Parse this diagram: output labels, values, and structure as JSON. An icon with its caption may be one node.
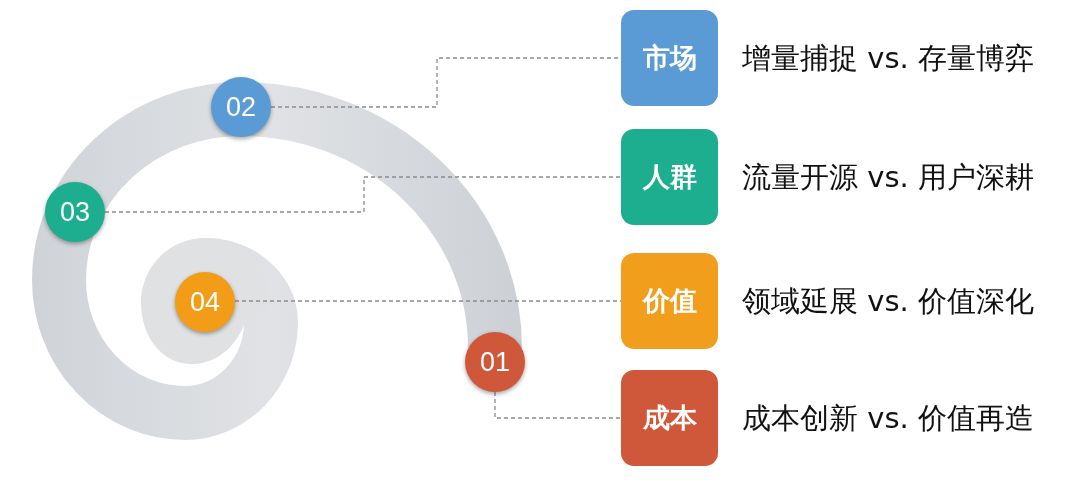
{
  "diagram": {
    "nodes": [
      {
        "text": [
          "01"
        ]
      },
      {
        "text": [
          "02"
        ]
      },
      {
        "text": [
          "03"
        ]
      },
      {
        "text": [
          "04"
        ]
      },
      {
        "text": [
          "市场"
        ],
        "beside": [
          "增量捕捉 vs. 存量博弈"
        ]
      },
      {
        "text": [
          "人群"
        ],
        "beside": [
          "流量开源 vs. 用户深耕"
        ]
      },
      {
        "text": [
          "价值"
        ],
        "beside": [
          "领域延展 vs. 价值深化"
        ]
      },
      {
        "text": [
          "成本"
        ],
        "beside": [
          "成本创新 vs. 价值再造"
        ]
      }
    ],
    "edges": [
      {
        "from": 0,
        "to": 7,
        "arrow": "none",
        "style": "dashed"
      },
      {
        "from": 1,
        "to": 4,
        "arrow": "none",
        "style": "dashed"
      },
      {
        "from": 2,
        "to": 5,
        "arrow": "none",
        "style": "dashed"
      },
      {
        "from": 3,
        "to": 6,
        "arrow": "none",
        "style": "dashed"
      }
    ]
  }
}
